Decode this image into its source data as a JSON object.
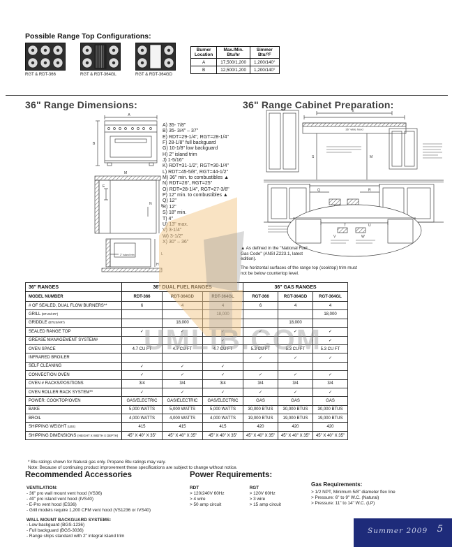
{
  "header": {
    "config_title": "Possible Range Top Configurations:",
    "configs": [
      {
        "label": "RGT & RDT-366",
        "type": "six-burner"
      },
      {
        "label": "RGT & RDT-364GL",
        "type": "four-burner-grill"
      },
      {
        "label": "RGT & RDT-364GD",
        "type": "four-burner-griddle"
      }
    ],
    "burner_table": {
      "headers": [
        "Burner\nLocation",
        "Max./Min.\nBtu/hr",
        "Simmer\nBtu/°F"
      ],
      "rows": [
        [
          "A",
          "17,500/1,200",
          "1,200/140°"
        ],
        [
          "B",
          "12,500/1,200",
          "1,200/140°"
        ]
      ]
    }
  },
  "dimensions": {
    "title": "36\" Range Dimensions:",
    "key": [
      "A) 35- 7/8\"",
      "B) 35- 3/4\" – 37\"",
      "E) RDT=29-1/4\", RGT=28-1/4\"",
      "F) 28-1/8\" full backguard",
      "G) 10-1/8\" low backguard",
      "H) 2\" island trim",
      "J) 1-5/16\"",
      "K) RDT=31-1/2\", RGT=30-1/4\"",
      "L) RDT=45-5/8\", RGT=44-1/2\"",
      "M) 36\" min. to combustibles ▲",
      "N) RDT=26\", RGT=25\"",
      "O) RDT=28-1/4\", RGT=27-3/8\"",
      "P) 12\" min. to combustibles ▲",
      "Q) 12\"",
      "R) 12\"",
      "S) 18\" min.",
      "T) 4\"",
      "U) 13\" max.",
      "V) 3-1/4\"",
      "W) 3-1/2\"",
      "X) 30\" – 36\""
    ],
    "front_labels": [
      "A",
      "B"
    ],
    "side_labels": [
      "E",
      "N",
      "K",
      "L",
      "M",
      "H"
    ],
    "island_trim_note": "2\" island trim"
  },
  "cabinet": {
    "title": "36\" Range Cabinet Preparation:",
    "hood_label": "36\" wide hood",
    "labels": [
      "X",
      "M",
      "S",
      "Q",
      "R",
      "T",
      "U",
      "V",
      "W"
    ],
    "footnote1": "▲ As defined in the \"National Fuel Gas Code\" (ANSI Z223.1, latest edition).",
    "footnote2": "The horizontal surfaces of the range top (cooktop) trim must not be below countertop level."
  },
  "spec_table": {
    "group_headers": [
      "36\" RANGES",
      "36\" DUAL FUEL RANGES",
      "36\" GAS RANGES"
    ],
    "model_row": {
      "label": "MODEL NUMBER",
      "values": [
        "RDT-366",
        "RDT-364GD",
        "RDT-364GL",
        "RGT-366",
        "RGT-364GD",
        "RGT-364GL"
      ]
    },
    "rows": [
      {
        "label": "# OF SEALED, DUAL FLOW BURNERS**",
        "sub": "",
        "values": [
          "6",
          "4",
          "4",
          "6",
          "4",
          "4"
        ]
      },
      {
        "label": "GRILL",
        "sub": "(BTUS/HR*)",
        "values": [
          "",
          "",
          "18,000",
          "",
          "",
          "18,000"
        ]
      },
      {
        "label": "GRIDDLE",
        "sub": "(BTUS/HR*)",
        "values": [
          "",
          "18,000",
          "",
          "",
          "18,000",
          ""
        ]
      },
      {
        "label": "SEALED RANGE TOP",
        "sub": "",
        "values": [
          "✓",
          "✓",
          "✓",
          "✓",
          "✓",
          "✓"
        ]
      },
      {
        "label": "GREASE MANAGEMENT SYSTEM#",
        "sub": "",
        "values": [
          "",
          "",
          "✓",
          "",
          "",
          "✓"
        ]
      },
      {
        "label": "OVEN SPACE",
        "sub": "",
        "values": [
          "4.7 CU FT",
          "4.7 CU FT",
          "4.7 CU FT",
          "5.3 CU FT",
          "5.3 CU FT",
          "5.3 CU FT"
        ]
      },
      {
        "label": "INFRARED BROILER",
        "sub": "",
        "values": [
          "",
          "",
          "",
          "✓",
          "✓",
          "✓"
        ]
      },
      {
        "label": "SELF CLEANING",
        "sub": "",
        "values": [
          "✓",
          "✓",
          "✓",
          "",
          "",
          ""
        ]
      },
      {
        "label": "CONVECTION OVEN",
        "sub": "",
        "values": [
          "✓",
          "✓",
          "✓",
          "✓",
          "✓",
          "✓"
        ]
      },
      {
        "label": "OVEN # RACKS/POSITIONS",
        "sub": "",
        "values": [
          "3/4",
          "3/4",
          "3/4",
          "3/4",
          "3/4",
          "3/4"
        ]
      },
      {
        "label": "OVEN ROLLER RACK SYSTEM**",
        "sub": "",
        "values": [
          "✓",
          "✓",
          "✓",
          "✓",
          "✓",
          "✓"
        ]
      },
      {
        "label": "POWER: COOKTOP/OVEN",
        "sub": "",
        "values": [
          "GAS/ELECTRIC",
          "GAS/ELECTRIC",
          "GAS/ELECTRIC",
          "GAS",
          "GAS",
          "GAS"
        ]
      },
      {
        "label": "BAKE",
        "sub": "",
        "values": [
          "5,000 WATTS",
          "5,000 WATTS",
          "5,000 WATTS",
          "30,000 BTUS",
          "30,000 BTUS",
          "30,000 BTUS"
        ]
      },
      {
        "label": "BROIL",
        "sub": "",
        "values": [
          "4,000 WATTS",
          "4,000 WATTS",
          "4,000 WATTS",
          "19,000 BTUS",
          "19,000 BTUS",
          "19,000 BTUS"
        ]
      },
      {
        "label": "SHIPPING WEIGHT",
        "sub": "(LBS)",
        "values": [
          "415",
          "415",
          "415",
          "420",
          "420",
          "420"
        ]
      },
      {
        "label": "SHIPPING DIMENSIONS",
        "sub": "(HEIGHT X WIDTH X DEPTH)",
        "values": [
          "45\" X 40\" X 35\"",
          "45\" X 40\" X 35\"",
          "45\" X 40\" X 35\"",
          "45\" X 40\" X 35\"",
          "45\" X 40\" X 35\"",
          "45\" X 40\" X 35\""
        ]
      }
    ]
  },
  "footnotes": [
    "* Btu ratings shown for Natural gas only. Propane Btu ratings may vary.",
    "Note: Because of continuing product improvement these specifications are subject to change without notice."
  ],
  "accessories": {
    "title": "Recommended Accessories",
    "groups": [
      {
        "heading": "VENTILATION:",
        "items": [
          "- 36\" pro wall mount vent hood (VS36)",
          "- 40\" pro island vent hood (IVS40)",
          "- E-Pro vent hood (ES36)",
          "- Grill models require 1,200 CFM vent hood (VS1236 or IVS40)"
        ]
      },
      {
        "heading": "WALL MOUNT BACKGUARD SYSTEMS:",
        "items": [
          "- Low backguard (BGS-1236)",
          "- Full backguard (BGS-3036)",
          "- Range ships standard with 2\" integral island trim"
        ]
      }
    ]
  },
  "power": {
    "title": "Power Requirements:",
    "columns": [
      {
        "heading": "RDT",
        "items": [
          "> 120/240V 60Hz",
          "> 4 wire",
          "> 50 amp circuit"
        ]
      },
      {
        "heading": "RGT",
        "items": [
          "> 120V 60Hz",
          "> 3 wire",
          "> 15 amp circuit"
        ]
      }
    ]
  },
  "gas": {
    "title": "Gas Requirements:",
    "items": [
      "> 1/2 NPT, Minimum 5/8\" diameter flex line",
      "> Pressure: 6\" to 9\" W.C. (Natural)",
      "> Pressure: 11\" to 14\" W.C. (LP)"
    ]
  },
  "watermark": {
    "text": "UMLIB.COM"
  },
  "footer": {
    "issue": "Summer 2009",
    "page": "5"
  },
  "colors": {
    "footer_navy": "#1e2b7a",
    "watermark_tan": "#f3c788",
    "watermark_gray": "#969696"
  }
}
